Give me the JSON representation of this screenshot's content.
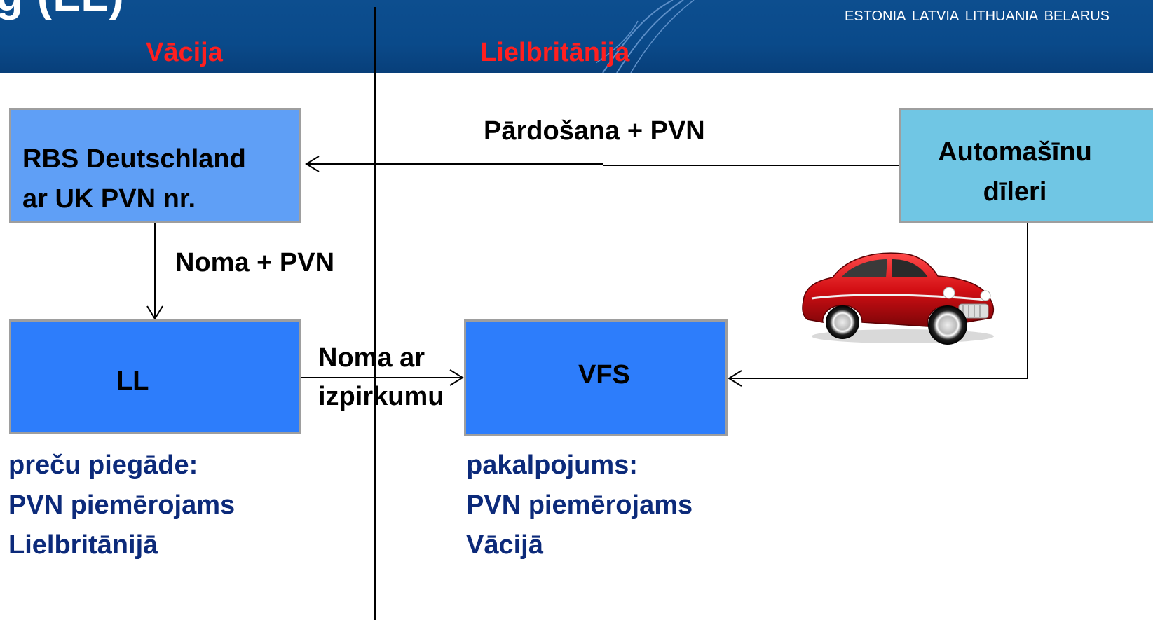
{
  "header": {
    "title_partial": "g (LL)",
    "countries": "ESTONIA  LATVIA  LITHUANIA  BELARUS"
  },
  "regions": {
    "left": "Vācija",
    "right": "Lielbritānija"
  },
  "boxes": {
    "rbs": {
      "line1": "RBS Deutschland",
      "line2": "ar UK PVN nr."
    },
    "dealer": {
      "line1": "Automašīnu",
      "line2": "dīleri"
    },
    "ll": {
      "label": "LL"
    },
    "vfs": {
      "label": "VFS"
    }
  },
  "arrows": {
    "sale": "Pārdošana + PVN",
    "lease": "Noma + PVN",
    "hire_purchase_line1": "Noma ar",
    "hire_purchase_line2": "izpirkumu"
  },
  "notes": {
    "left": [
      "preču piegāde:",
      "PVN piemērojams",
      "Lielbritānijā"
    ],
    "right": [
      "pakalpojums:",
      "PVN piemērojams",
      "Vācijā"
    ]
  },
  "colors": {
    "header_bg": "#0a4a8a",
    "region_label": "#ff1f1f",
    "box_light": "#5f9ff6",
    "box_dealer": "#70c6e4",
    "box_dark": "#2d7dfb",
    "note_text": "#0c2a7a"
  },
  "icons": {
    "car": "red-vintage-car-icon"
  }
}
